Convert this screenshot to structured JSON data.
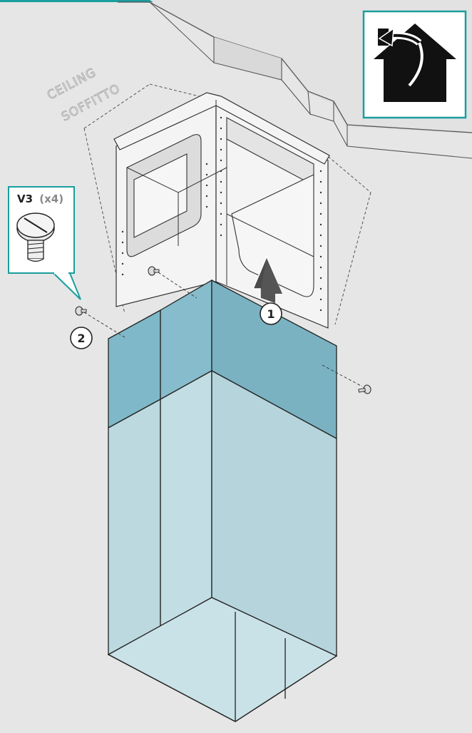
{
  "ceiling_label_en": "CEILING",
  "ceiling_label_it": "SOFFITTO",
  "screw_code": "V3",
  "screw_qty": "(x4)",
  "step_1": "1",
  "step_2": "2",
  "icon": "ceiling-mount-house-icon",
  "colors": {
    "accent": "#1a9e9e",
    "duct_upper": "#7fb8c8",
    "duct_lower": "#bcd9e0",
    "background": "#e6e6e6",
    "ceiling": "#d8d8d8"
  }
}
